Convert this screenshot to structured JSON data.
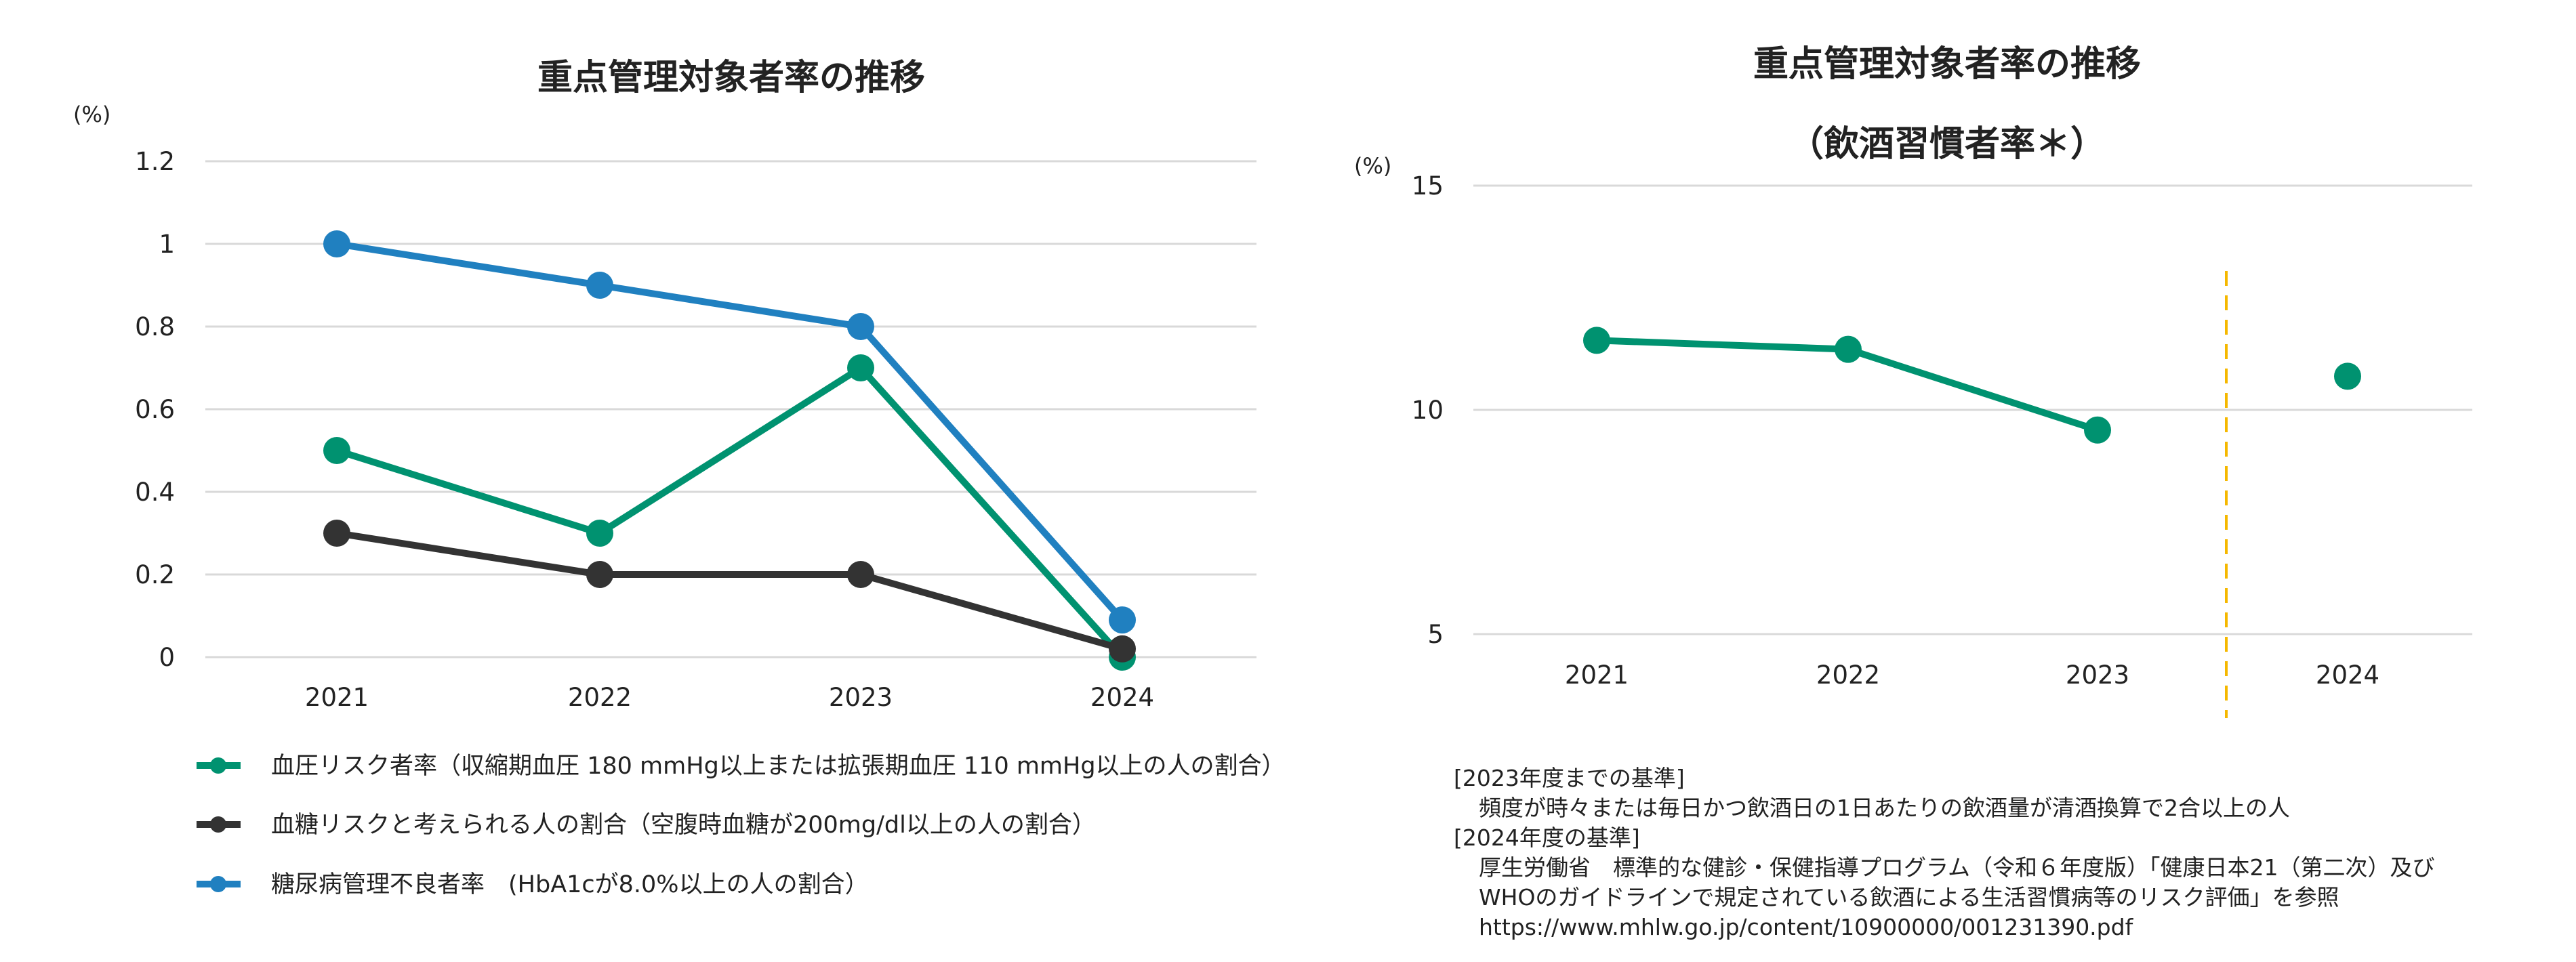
{
  "chart_data": [
    {
      "type": "line",
      "title": "重点管理対象者率の推移",
      "ylabel": "(%)",
      "xlabel": "",
      "categories": [
        "2021",
        "2022",
        "2023",
        "2024"
      ],
      "yticks": [
        "0",
        "0.2",
        "0.4",
        "0.6",
        "0.8",
        "1",
        "1.2"
      ],
      "ylim": [
        0,
        1.2
      ],
      "grid": true,
      "legend_position": "bottom",
      "series": [
        {
          "name": "血圧リスク者率（収縮期血圧 180 mmHg以上または拡張期血圧 110 mmHg以上の人の割合）",
          "color": "#009270",
          "values": [
            0.5,
            0.3,
            0.7,
            0.0
          ]
        },
        {
          "name": "血糖リスクと考えられる人の割合（空腹時血糖が200mg/dl以上の人の割合）",
          "color": "#333333",
          "values": [
            0.3,
            0.2,
            0.2,
            0.02
          ]
        },
        {
          "name": "糖尿病管理不良者率　(HbA1cが8.0%以上の人の割合）",
          "color": "#2080c0",
          "values": [
            1.0,
            0.9,
            0.8,
            0.09
          ]
        }
      ]
    },
    {
      "type": "line",
      "title": "重点管理対象者率の推移",
      "subtitle": "（飲酒習慣者率＊）",
      "ylabel": "(%)",
      "xlabel": "",
      "categories": [
        "2021",
        "2022",
        "2023",
        "2024"
      ],
      "yticks": [
        "5",
        "10",
        "15"
      ],
      "ylim": [
        5,
        15
      ],
      "grid": true,
      "series": [
        {
          "name": "飲酒習慣者率",
          "color": "#009270",
          "values": [
            11.55,
            11.35,
            9.55,
            10.75
          ],
          "connected_until_index": 2
        }
      ],
      "divider": {
        "between": [
          "2023",
          "2024"
        ],
        "color": "#f5b800",
        "style": "dashed"
      }
    }
  ],
  "notes": [
    "[2023年度までの基準]",
    "頻度が時々または毎日かつ飲酒日の1日あたりの飲酒量が清酒換算で2合以上の人",
    "[2024年度の基準]",
    "厚生労働省　標準的な健診・保健指導プログラム（令和６年度版）「健康日本21（第二次）及び",
    "WHOのガイドラインで規定されている飲酒による生活習慣病等のリスク評価」を参照",
    "https://www.mhlw.go.jp/content/10900000/001231390.pdf"
  ]
}
